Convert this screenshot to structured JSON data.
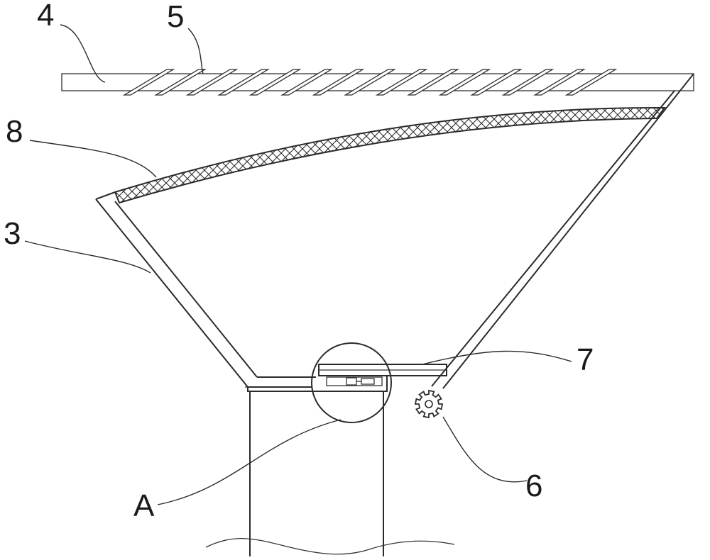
{
  "labels": {
    "part_3": "3",
    "part_4": "4",
    "part_5": "5",
    "part_6": "6",
    "part_7": "7",
    "part_8": "8",
    "detail_a": "A"
  },
  "colors": {
    "line": "#2b2b2b",
    "background": "#ffffff"
  }
}
